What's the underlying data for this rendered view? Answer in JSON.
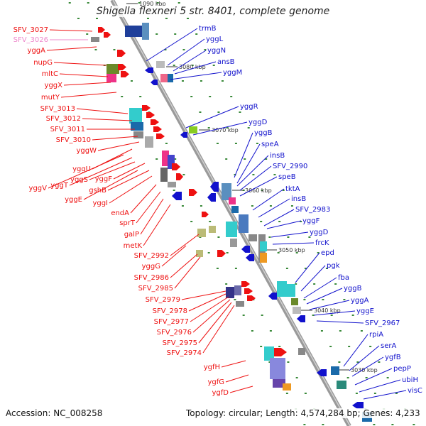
{
  "title": "Shigella flexneri 5 str. 8401, complete genome",
  "footer": {
    "accession": "Accession: NC_008258",
    "stats": "Topology: circular; Length: 4,574,284 bp; Genes: 4,233"
  },
  "scale_labels": [
    "1090 kbp",
    "3080 kbp",
    "3070 kbp",
    "3060 kbp",
    "3050 kbp",
    "3040 kbp",
    "3030 kbp"
  ],
  "colors": {
    "left_labels": "#ee1111",
    "right_labels": "#1111cc",
    "highlight_label": "#ee88cc",
    "backbone": "#888888"
  },
  "left_labels": [
    "SFV_3027",
    "SFV_3026",
    "yggA",
    "nupG",
    "mltC",
    "yggX",
    "mutY",
    "SFV_3013",
    "SFV_3012",
    "SFV_3011",
    "SFV_3010",
    "yggW",
    "yggU",
    "yggV",
    "yggT",
    "yggS",
    "yggF",
    "gshB",
    "yggE",
    "yggI",
    "endA",
    "sprT",
    "galP",
    "metK",
    "SFV_2992",
    "yggG",
    "SFV_2986",
    "SFV_2985",
    "SFV_2979",
    "SFV_2978",
    "SFV_2977",
    "SFV_2976",
    "SFV_2975",
    "SFV_2974",
    "ygfH",
    "ygfG",
    "ygfD"
  ],
  "right_labels": [
    "trmB",
    "yggL",
    "yggN",
    "ansB",
    "yggM",
    "yggR",
    "yggD",
    "yggB",
    "speA",
    "insB",
    "SFV_2990",
    "speB",
    "tktA",
    "insB",
    "SFV_2983",
    "yggF",
    "yggD",
    "frcK",
    "epd",
    "pgk",
    "fba",
    "yggB",
    "yggA",
    "yggE",
    "SFV_2967",
    "rpiA",
    "serA",
    "ygfB",
    "pepP",
    "ubiH",
    "visC"
  ]
}
